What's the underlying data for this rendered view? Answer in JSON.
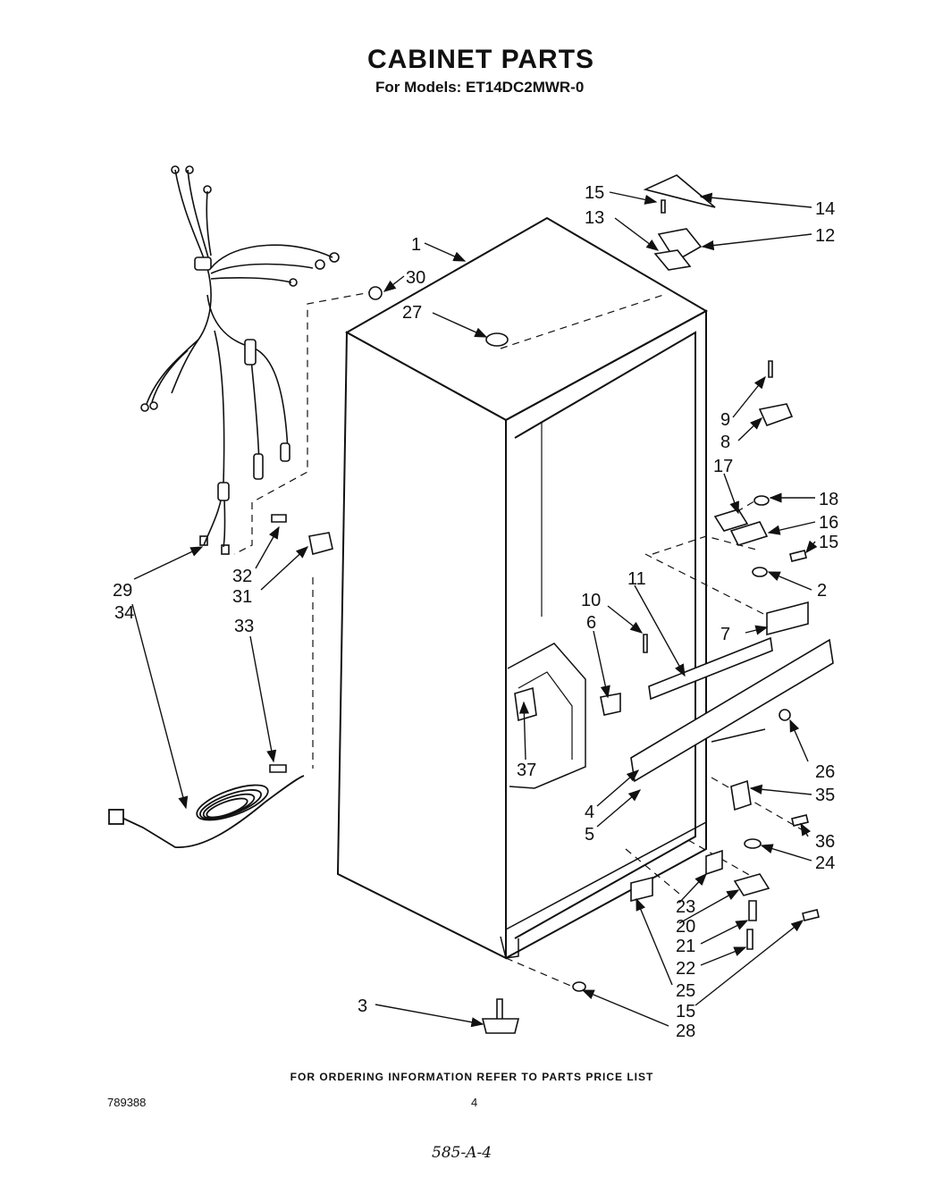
{
  "header": {
    "title": "CABINET PARTS",
    "subtitle": "For Models: ET14DC2MWR-0"
  },
  "callouts": {
    "c1": "1",
    "c2": "2",
    "c3": "3",
    "c4": "4",
    "c5": "5",
    "c6": "6",
    "c7": "7",
    "c8": "8",
    "c9": "9",
    "c10": "10",
    "c11": "11",
    "c12": "12",
    "c13": "13",
    "c14": "14",
    "c15a": "15",
    "c15b": "15",
    "c15c": "15",
    "c16": "16",
    "c17": "17",
    "c18": "18",
    "c20": "20",
    "c21": "21",
    "c22": "22",
    "c23": "23",
    "c24": "24",
    "c25": "25",
    "c26": "26",
    "c27": "27",
    "c28": "28",
    "c29": "29",
    "c30": "30",
    "c31": "31",
    "c32": "32",
    "c33": "33",
    "c34": "34",
    "c35": "35",
    "c36": "36",
    "c37": "37"
  },
  "footer": {
    "ordering_note": "FOR ORDERING INFORMATION REFER TO PARTS PRICE LIST",
    "document_number": "789388",
    "page_number": "4",
    "handwritten_note": "585-A-4"
  }
}
